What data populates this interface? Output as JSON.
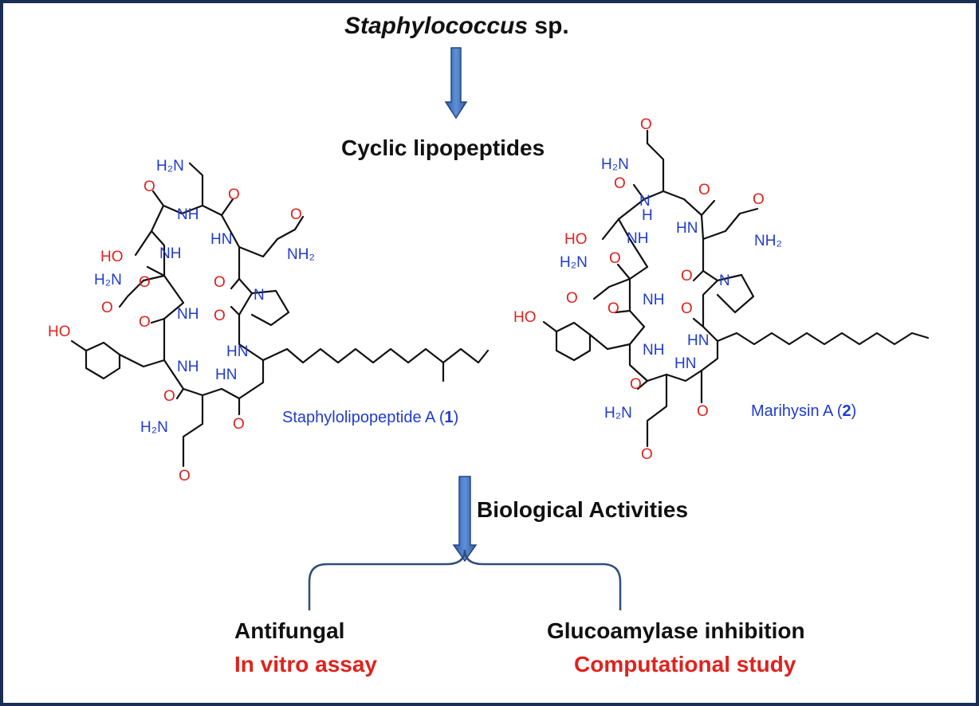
{
  "source": {
    "genus": "Staphylococcus",
    "suffix": " sp."
  },
  "class_label": "Cyclic lipopeptides",
  "compounds": [
    {
      "name": "Staphylolipopeptide A (",
      "number": "1",
      "close": ")"
    },
    {
      "name": "Marihysin A (",
      "number": "2",
      "close": ")"
    }
  ],
  "atom_labels": {
    "h2n": "H2N",
    "nh2": "NH2",
    "nh": "NH",
    "hn": "HN",
    "n": "N",
    "o": "O",
    "ho": "HO",
    "oh": "HO"
  },
  "activities_label": "Biological Activities",
  "activities": [
    {
      "title": "Antifungal",
      "method": "In vitro assay"
    },
    {
      "title": "Glucoamylase inhibition",
      "method": "Computational study"
    }
  ],
  "colors": {
    "frame": "#1a2d55",
    "arrow": "#3a68b6",
    "arrow_edge": "#24467f",
    "heteroatom_red": "#e0221d",
    "heteroatom_blue": "#1f3bd0",
    "brace": "#2f4f7a"
  }
}
